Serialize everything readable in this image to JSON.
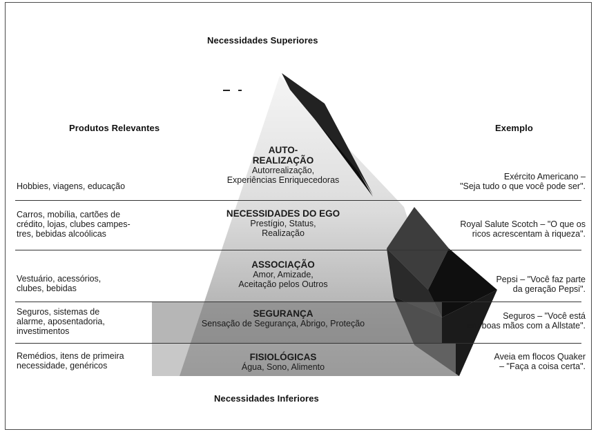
{
  "header_top": "Necessidades Superiores",
  "header_bottom": "Necessidades Inferiores",
  "column_left_header": "Produtos Relevantes",
  "column_right_header": "Exemplo",
  "levels": [
    {
      "title_line1": "AUTO-",
      "title_line2": "REALIZAÇÃO",
      "desc_line1": "Autorrealização,",
      "desc_line2": "Experiências Enriquecedoras",
      "products": [
        "Hobbies, viagens, educação"
      ],
      "example": [
        "Exército Americano –",
        "\"Seja tudo o que você pode ser\"."
      ]
    },
    {
      "title_line1": "NECESSIDADES DO EGO",
      "desc_line1": "Prestígio, Status,",
      "desc_line2": "Realização",
      "products": [
        "Carros, mobília, cartões de",
        "crédito, lojas, clubes campes-",
        "tres, bebidas alcoólicas"
      ],
      "example": [
        "Royal Salute Scotch – \"O que os",
        "ricos acrescentam à riqueza\"."
      ]
    },
    {
      "title_line1": "ASSOCIAÇÃO",
      "desc_line1": "Amor, Amizade,",
      "desc_line2": "Aceitação pelos Outros",
      "products": [
        "Vestuário, acessórios,",
        "clubes, bebidas"
      ],
      "example": [
        "Pepsi – \"Você faz parte",
        "da geração Pepsi\"."
      ]
    },
    {
      "title_line1": "SEGURANÇA",
      "desc_line1": "Sensação de Segurança, Abrigo, Proteção",
      "products": [
        "Seguros, sistemas de",
        "alarme, aposentadoria,",
        "investimentos"
      ],
      "example": [
        "Seguros – \"Você está",
        "em boas mãos com a Allstate\"."
      ]
    },
    {
      "title_line1": "FISIOLÓGICAS",
      "desc_line1": "Água, Sono, Alimento",
      "products": [
        "Remédios, itens de primeira",
        "necessidade, genéricos"
      ],
      "example": [
        "Aveia em flocos Quaker",
        "– \"Faça a coisa certa\"."
      ]
    }
  ],
  "colors": {
    "frame": "#4a4a4a",
    "front_face_top": "#ececec",
    "front_face_bottom": "#8a8a8a",
    "side_face_dark": "#111111",
    "side_face_mid": "#555555"
  }
}
